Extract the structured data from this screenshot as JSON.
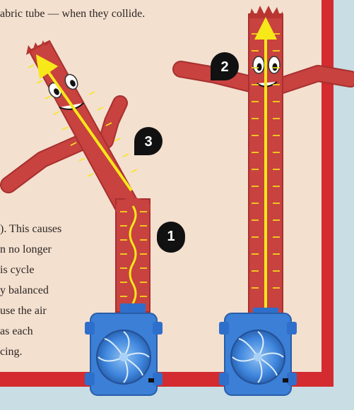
{
  "caption_top": "abric tube — when they collide.",
  "body_lines": [
    "). This causes",
    "n no longer",
    "is cycle",
    "y balanced",
    "use the air",
    "as each",
    "cing."
  ],
  "markers": [
    "1",
    "2",
    "3"
  ],
  "colors": {
    "page": "#f4e0cf",
    "frame": "#d32b2f",
    "side_panel": "#c8dde4",
    "tube": "#c8423f",
    "tube_shadow": "#a8302f",
    "fan": "#3b7fd6",
    "arrow": "#f7e81a",
    "badge": "#111111"
  }
}
